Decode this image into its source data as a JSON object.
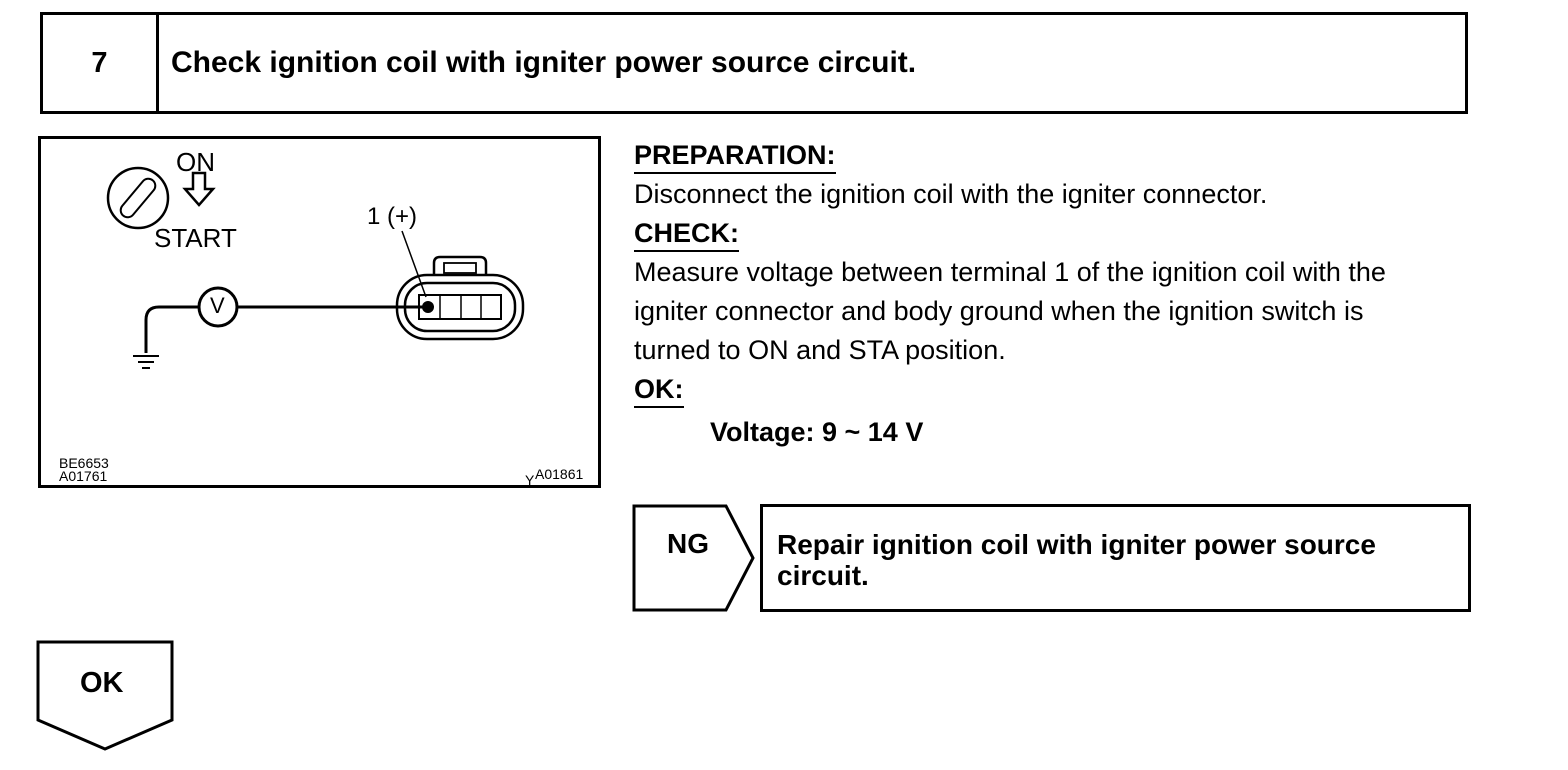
{
  "step": {
    "number": "7",
    "title": "Check ignition coil with igniter power source circuit."
  },
  "figure": {
    "switch_on_label": "ON",
    "switch_start_label": "START",
    "terminal_label": "1 (+)",
    "meter_label": "V",
    "code_1": "BE6653",
    "code_2": "A01761",
    "code_3": "Y",
    "code_4": "A01861"
  },
  "procedure": {
    "preparation_heading": "PREPARATION:",
    "preparation_text": "Disconnect the ignition coil with the igniter connector.",
    "check_heading": "CHECK:",
    "check_lines": [
      "Measure voltage between terminal 1 of the ignition coil with the",
      "igniter connector and body ground when the ignition switch is",
      "turned to ON and STA position."
    ],
    "ok_heading": "OK:",
    "spec": "Voltage: 9 ~ 14 V"
  },
  "ng": {
    "label": "NG",
    "result_lines": [
      "Repair ignition coil with igniter power source",
      "circuit."
    ]
  },
  "ok": {
    "label": "OK"
  }
}
